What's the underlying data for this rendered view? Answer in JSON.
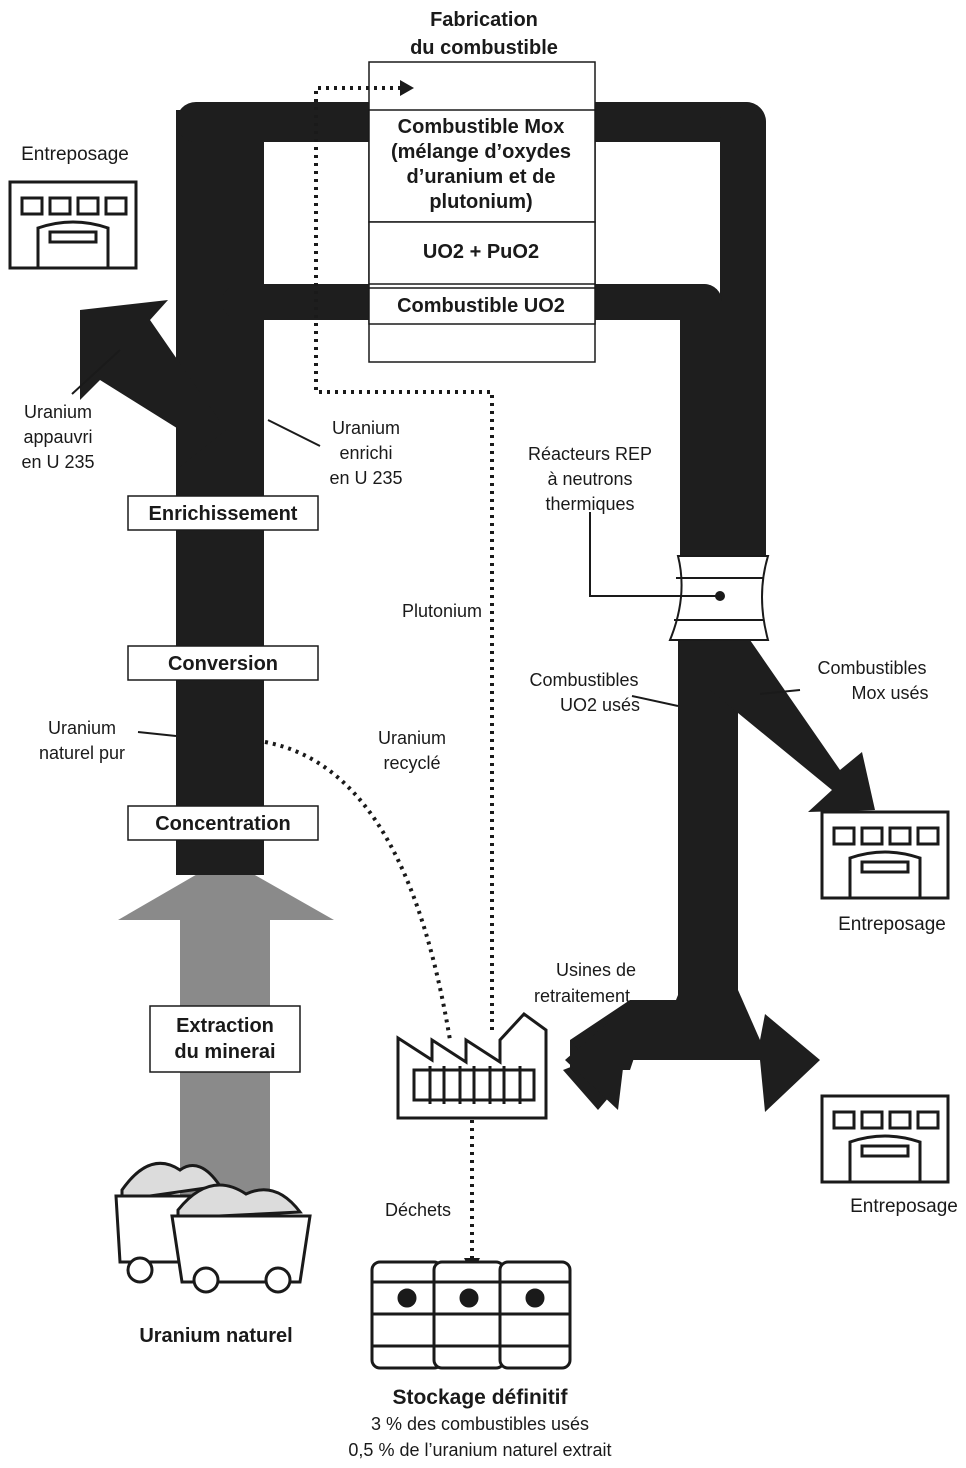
{
  "title": [
    "Fabrication",
    "du combustible"
  ],
  "fuel_stack": {
    "mox": [
      "Combustible Mox",
      "(mélange d’oxydes",
      "d’uranium et de",
      "plutonium)"
    ],
    "oxides": "UO2 + PuO2",
    "uo2": "Combustible UO2"
  },
  "stages": {
    "enrichment": "Enrichissement",
    "conversion": "Conversion",
    "concentration": "Concentration",
    "extraction": [
      "Extraction",
      "du minerai"
    ]
  },
  "labels": {
    "storage_top": "Entreposage",
    "depleted": [
      "Uranium",
      "appauvri",
      "en U 235"
    ],
    "enriched": [
      "Uranium",
      "enrichi",
      "en U 235"
    ],
    "reactors": [
      "Réacteurs REP",
      "à neutrons",
      "thermiques"
    ],
    "plutonium": "Plutonium",
    "natural_pure": [
      "Uranium",
      "naturel pur"
    ],
    "recycled": [
      "Uranium",
      "recyclé"
    ],
    "spent_uo2": [
      "Combustibles",
      "UO2 usés"
    ],
    "spent_mox": [
      "Combustibles",
      "Mox usés"
    ],
    "storage_right1": "Entreposage",
    "reprocessing": [
      "Usines de",
      "retraitement"
    ],
    "storage_right2": "Entreposage",
    "waste": "Déchets",
    "natural_uranium": "Uranium naturel",
    "final_storage": [
      "Stockage définitif",
      "3 % des combustibles usés",
      "0,5 % de l’uranium naturel extrait"
    ]
  },
  "icons": [
    "warehouse-icon",
    "factory-icon",
    "mine-cart-icon",
    "barrel-icon",
    "radiation-icon",
    "cooling-tower-icon"
  ],
  "colors": {
    "flow": "#1e1e1e",
    "ore_arrow": "#808080",
    "stroke": "#1a1a1a",
    "background": "#ffffff"
  }
}
